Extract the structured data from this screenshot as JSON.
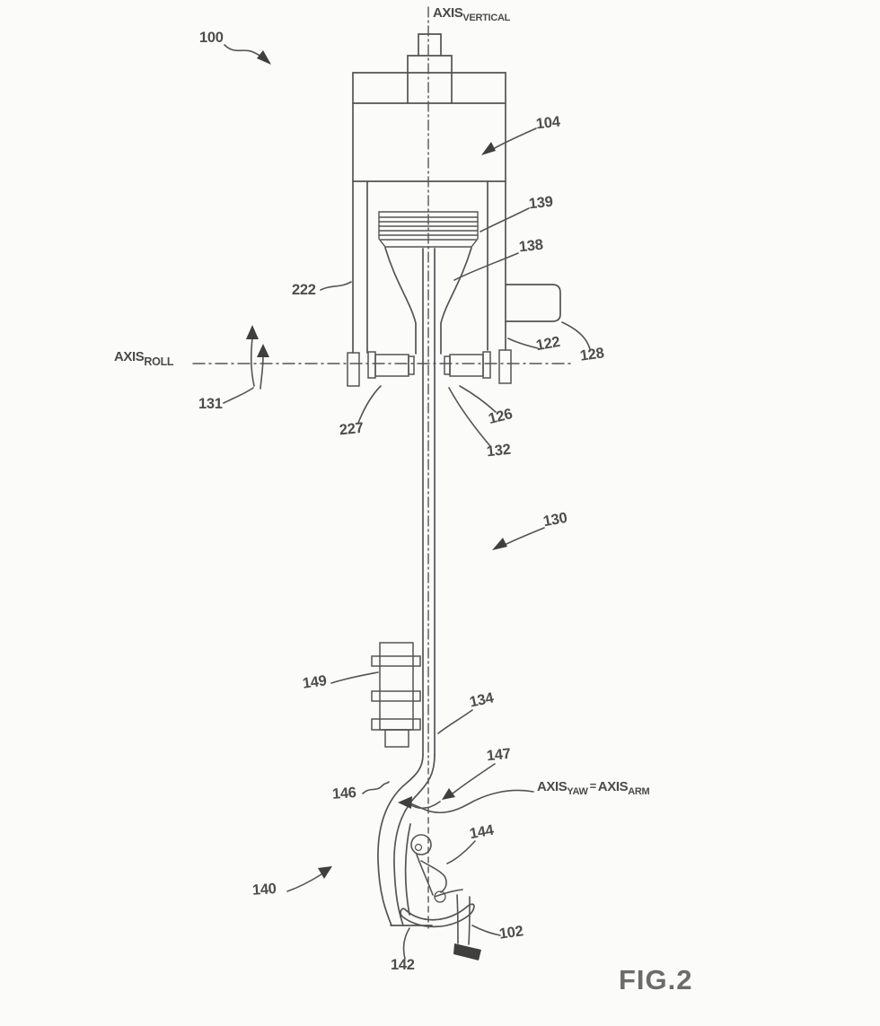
{
  "figure": {
    "caption": "FIG.2",
    "background": "#fbfbfa",
    "line_color": "#545454",
    "label_color": "#4d4d4d"
  },
  "axis_labels": {
    "vertical": {
      "base": "AXIS",
      "subscript": "VERTICAL"
    },
    "roll": {
      "base": "AXIS",
      "subscript": "ROLL"
    },
    "yaw": {
      "base": "AXIS",
      "subscript": "YAW"
    },
    "equals": "=",
    "arm": {
      "base": "AXIS",
      "subscript": "ARM"
    }
  },
  "reference_numerals": {
    "n100": "100",
    "n104": "104",
    "n139": "139",
    "n138": "138",
    "n222": "222",
    "n122": "122",
    "n128": "128",
    "n131": "131",
    "n227": "227",
    "n126": "126",
    "n132": "132",
    "n130": "130",
    "n149": "149",
    "n134": "134",
    "n147": "147",
    "n146": "146",
    "n140": "140",
    "n144": "144",
    "n142": "142",
    "n102": "102"
  }
}
